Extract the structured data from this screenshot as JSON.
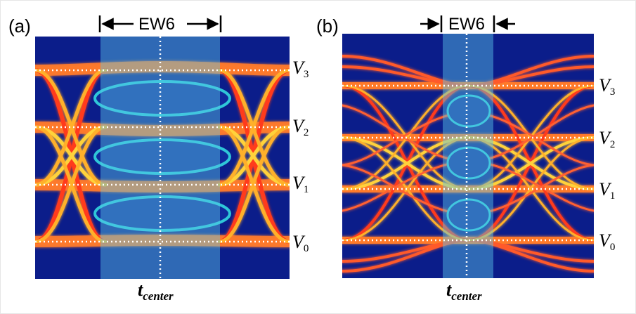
{
  "panels": [
    {
      "label": "(a)",
      "eye_width_label": "EW6",
      "levels": [
        {
          "name": "V",
          "sub": "3"
        },
        {
          "name": "V",
          "sub": "2"
        },
        {
          "name": "V",
          "sub": "1"
        },
        {
          "name": "V",
          "sub": "0"
        }
      ],
      "time_label": {
        "name": "t",
        "sub": "center"
      }
    },
    {
      "label": "(b)",
      "eye_width_label": "EW6",
      "levels": [
        {
          "name": "V",
          "sub": "3"
        },
        {
          "name": "V",
          "sub": "2"
        },
        {
          "name": "V",
          "sub": "1"
        },
        {
          "name": "V",
          "sub": "0"
        }
      ],
      "time_label": {
        "name": "t",
        "sub": "center"
      }
    }
  ],
  "colors": {
    "background": "#0b1d8a",
    "trace_hot": "#ff3b1f",
    "trace_warm": "#ffd23a",
    "window_overlay": "#5bc8e8",
    "guide_lines": "#ffffff"
  }
}
